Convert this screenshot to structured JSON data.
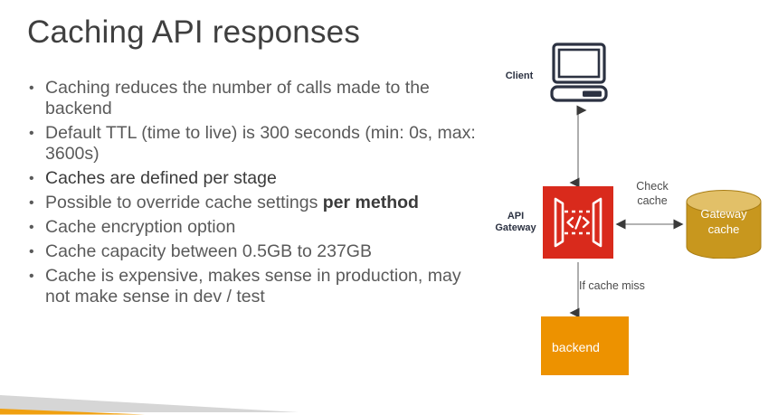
{
  "slide": {
    "title": "Caching API responses",
    "bullets": [
      {
        "text": "Caching reduces the number of calls made to the backend",
        "emphasis": "none"
      },
      {
        "text": "Default TTL (time to live) is 300 seconds (min: 0s, max: 3600s)",
        "emphasis": "none"
      },
      {
        "text": "Caches are defined per stage",
        "emphasis": "full"
      },
      {
        "text": "Possible to override cache settings per method",
        "emphasis": "partial",
        "strong_tail": "per method",
        "lead": "Possible to override cache settings "
      },
      {
        "text": "Cache encryption option",
        "emphasis": "none"
      },
      {
        "text": "Cache capacity between 0.5GB to 237GB",
        "emphasis": "none"
      },
      {
        "text": "Cache is expensive, makes sense in production, may not make sense in dev / test",
        "emphasis": "none"
      }
    ]
  },
  "diagram": {
    "nodes": {
      "client": {
        "label": "Client",
        "icon": "desktop-computer-icon",
        "color": "#2c3242"
      },
      "api_gateway": {
        "label": "API\nGateway",
        "label_line1": "API",
        "label_line2": "Gateway",
        "icon": "api-gateway-icon",
        "color": "#d92a1c"
      },
      "gateway_cache": {
        "label_line1": "Gateway",
        "label_line2": "cache",
        "icon": "database-cylinder-icon",
        "color": "#c8971e",
        "top_color": "#e2c068"
      },
      "backend": {
        "label": "backend",
        "color": "#ed9200"
      }
    },
    "edges": [
      {
        "from": "client",
        "to": "api_gateway",
        "label": "",
        "style": "double-arrow-vertical"
      },
      {
        "from": "api_gateway",
        "to": "gateway_cache",
        "label_line1": "Check",
        "label_line2": "cache",
        "style": "double-arrow-horizontal"
      },
      {
        "from": "api_gateway",
        "to": "backend",
        "label": "If cache miss",
        "style": "single-arrow-down"
      }
    ]
  },
  "decor": {
    "band_color": "#d6d6d6",
    "stripe_color": "#f0a010"
  },
  "colors": {
    "title_text": "#3f3f3f",
    "body_text": "#5a5a5a",
    "emphasis_text": "#3b3b3b",
    "accent_red": "#d92a1c",
    "accent_orange": "#ed9200",
    "accent_gold": "#c8971e",
    "icon_navy": "#2c3242"
  }
}
